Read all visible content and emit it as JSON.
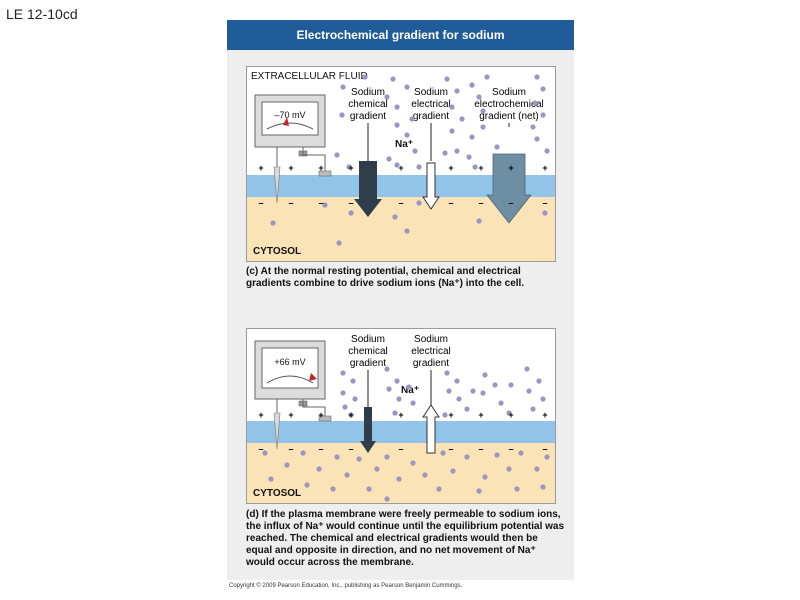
{
  "slide_label": "LE 12-10cd",
  "header_title": "Electrochemical gradient for sodium",
  "panel_c": {
    "region_top": "EXTRACELLULAR  FLUID",
    "region_bottom": "CYTOSOL",
    "meter_reading": "–70 mV",
    "ion_label": "Na⁺",
    "gradient_labels": [
      [
        "Sodium",
        "chemical",
        "gradient"
      ],
      [
        "Sodium",
        "electrical",
        "gradient"
      ],
      [
        "Sodium",
        "electrochemical",
        "gradient (net)"
      ]
    ],
    "caption_tag": "(c)",
    "caption_text": "At the normal resting potential, chemical and electrical gradients combine to drive sodium ions (Na⁺) into the cell."
  },
  "panel_d": {
    "region_bottom": "CYTOSOL",
    "meter_reading": "+66 mV",
    "ion_label": "Na⁺",
    "gradient_labels": [
      [
        "Sodium",
        "chemical",
        "gradient"
      ],
      [
        "Sodium",
        "electrical",
        "gradient"
      ]
    ],
    "caption_tag": "(d)",
    "caption_text": "If the plasma membrane were freely permeable to sodium ions, the influx of Na⁺ would continue until the equilibrium potential was reached. The chemical and electrical gradients would then be equal and opposite in direction, and no net movement of Na⁺ would occur across the membrane."
  },
  "copyright": "Copyright © 2009 Pearson Education, Inc., publishing as Pearson Benjamin Cummings.",
  "colors": {
    "header_bg": "#1f5c99",
    "membrane": "#92c3e8",
    "cytosol": "#fbe3b8",
    "ion": "#9b95c4",
    "dark_arrow": "#2f3e4a",
    "net_arrow": "#6e8ea3"
  },
  "icons": [
    "voltmeter-icon",
    "electrode-icon",
    "ion-dot-icon",
    "arrow-icon"
  ]
}
